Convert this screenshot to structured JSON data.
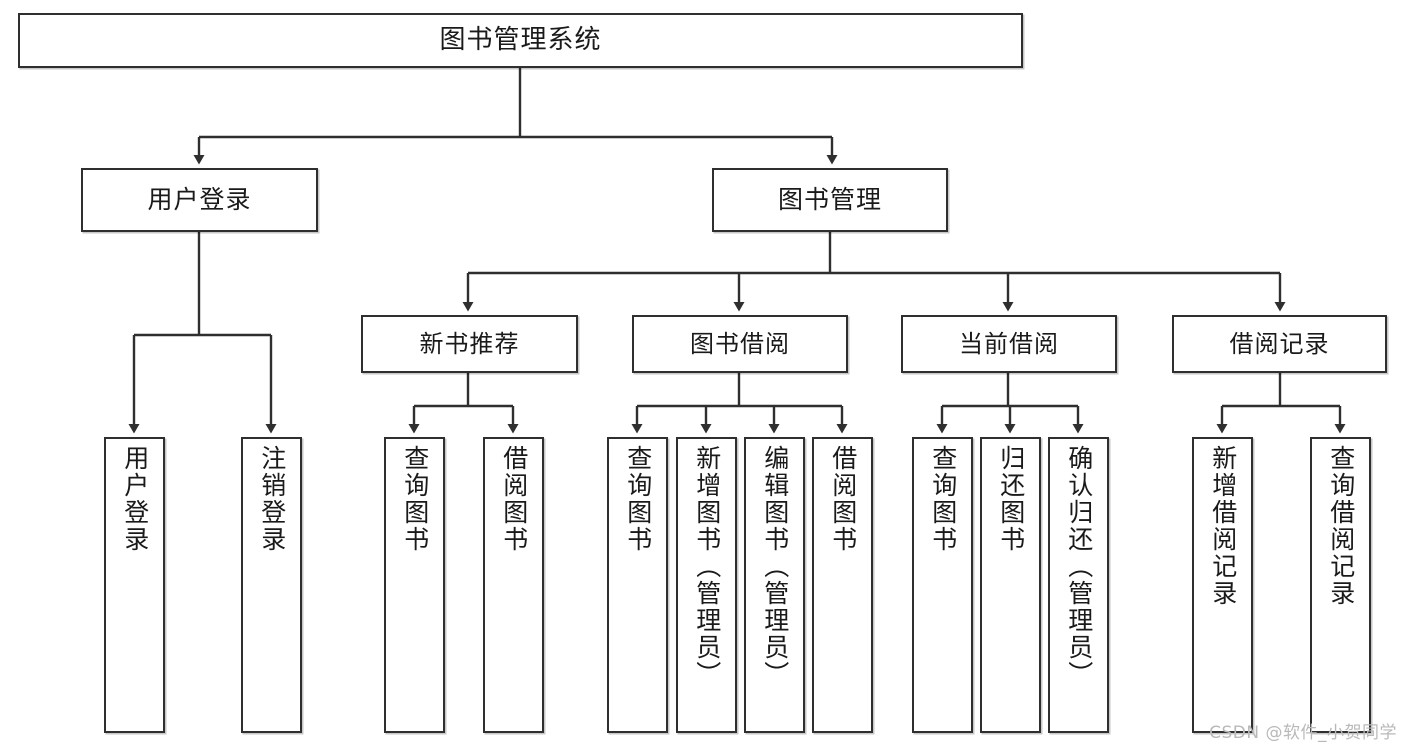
{
  "diagram": {
    "title": "图书管理系统",
    "type": "tree-hierarchy",
    "watermark": "CSDN @软件_小贺同学",
    "colors": {
      "stroke": "#2f2f2f",
      "fill": "#ffffff",
      "text": "#1a1a1a",
      "watermark": "#b9b9b9"
    },
    "root": {
      "label": "图书管理系统"
    },
    "level2": [
      {
        "label": "用户登录"
      },
      {
        "label": "图书管理"
      }
    ],
    "level3": [
      {
        "label": "新书推荐"
      },
      {
        "label": "图书借阅"
      },
      {
        "label": "当前借阅"
      },
      {
        "label": "借阅记录"
      }
    ],
    "leaves": {
      "user_login": [
        {
          "label": "用户登录"
        },
        {
          "label": "注销登录"
        }
      ],
      "new_book": [
        {
          "label": "查询图书"
        },
        {
          "label": "借阅图书"
        }
      ],
      "book_borrow": [
        {
          "label": "查询图书"
        },
        {
          "label": "新增图书（管理员）"
        },
        {
          "label": "编辑图书（管理员）"
        },
        {
          "label": "借阅图书"
        }
      ],
      "current_borrow": [
        {
          "label": "查询图书"
        },
        {
          "label": "归还图书"
        },
        {
          "label": "确认归还（管理员）"
        }
      ],
      "borrow_record": [
        {
          "label": "新增借阅记录"
        },
        {
          "label": "查询借阅记录"
        }
      ]
    }
  }
}
